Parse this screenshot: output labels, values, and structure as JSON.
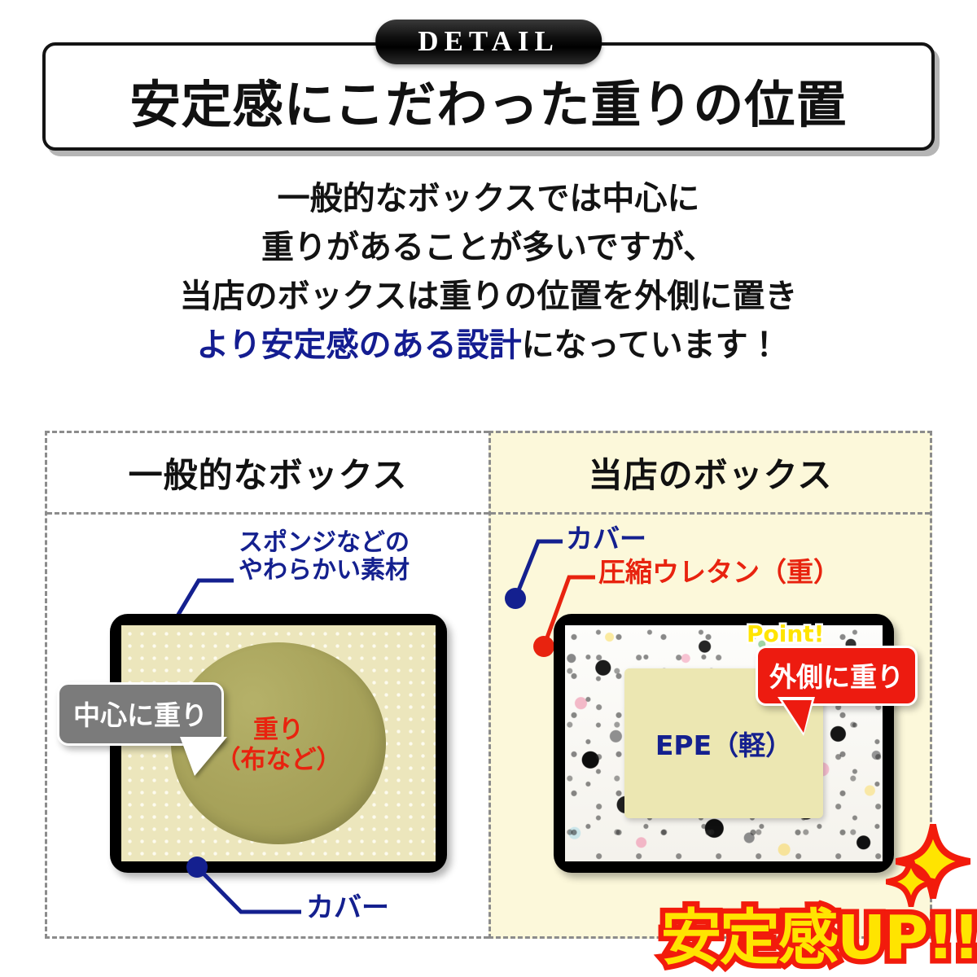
{
  "header": {
    "badge": "DETAIL",
    "title": "安定感にこだわった重りの位置"
  },
  "lead": {
    "line1": "一般的なボックスでは中心に",
    "line2": "重りがあることが多いですが、",
    "line3": "当店のボックスは重りの位置を外側に置き",
    "line4_highlight": "より安定感のある設計",
    "line4_rest": "になっています！"
  },
  "comparison": {
    "left": {
      "heading": "一般的なボックス",
      "annotation_top_line1": "スポンジなどの",
      "annotation_top_line2": "やわらかい素材",
      "annotation_bottom": "カバー",
      "bubble": "中心に重り",
      "weight_line1": "重り",
      "weight_line2": "（布など）"
    },
    "right": {
      "heading": "当店のボックス",
      "annotation_cover": "カバー",
      "annotation_urethane": "圧縮ウレタン（重）",
      "core_label": "EPE（軽）",
      "point_tag": "Point!",
      "bubble": "外側に重り"
    }
  },
  "banner": {
    "text": "安定感UP!!"
  },
  "colors": {
    "navy": "#14208f",
    "red": "#e8230f",
    "bubble_red": "#ed1b10",
    "bubble_gray": "#7b7b7b",
    "yellow": "#ffe400",
    "panel_yellow": "#fcf8da",
    "dotted_fill": "#ece6bc",
    "weight_olive": "#a9a45c",
    "epe_cream": "#ece7b2",
    "dash_border": "#8c8c8c"
  }
}
